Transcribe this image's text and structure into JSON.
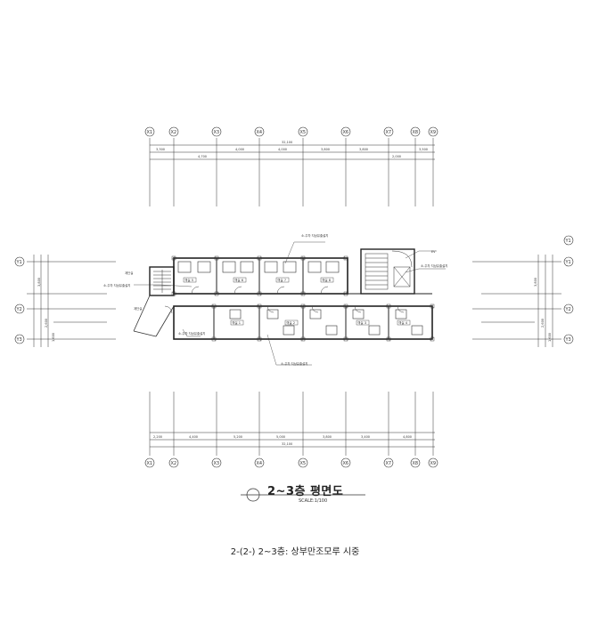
{
  "drawing": {
    "title": "2~3층 평면도",
    "scale": "SCALE:1/100"
  },
  "caption": "2-(2-) 2~3층: 상부만조모루 시중",
  "grid": {
    "columns": [
      "X1",
      "X2",
      "X3",
      "X4",
      "X5",
      "X6",
      "X7",
      "X8",
      "X9"
    ],
    "rows": [
      "Y1",
      "Y2",
      "Y3"
    ]
  },
  "dimensions": {
    "overall": "32,100",
    "top_row": [
      "3,300",
      "4,700",
      "4,000",
      "4,000",
      "3,800",
      "3,800",
      "2,000",
      "3,500"
    ],
    "bottom_row": [
      "2,200",
      "4,400",
      "5,200",
      "5,000",
      "3,800",
      "3,400",
      "4,800"
    ],
    "left": [
      "3,800",
      "2,600",
      "1,600"
    ],
    "right": [
      "3,800",
      "2,600",
      "1,600"
    ]
  },
  "rooms": {
    "upper": [
      "객실 5",
      "객실 6",
      "객실 7",
      "객실 8"
    ],
    "lower": [
      "객실 1",
      "객실 2",
      "객실 3",
      "객실 4"
    ],
    "stair_label": "계단실",
    "ev_label": "EV"
  },
  "notes": {
    "n1": "소-주차 지상유출설치",
    "n2": "소-주차 지상유출설치",
    "n3": "소-주차 지상유출설치",
    "n4": "소-주차 지상유출설치",
    "n5": "소-주차 지상유출설치",
    "n6": "계단실"
  }
}
